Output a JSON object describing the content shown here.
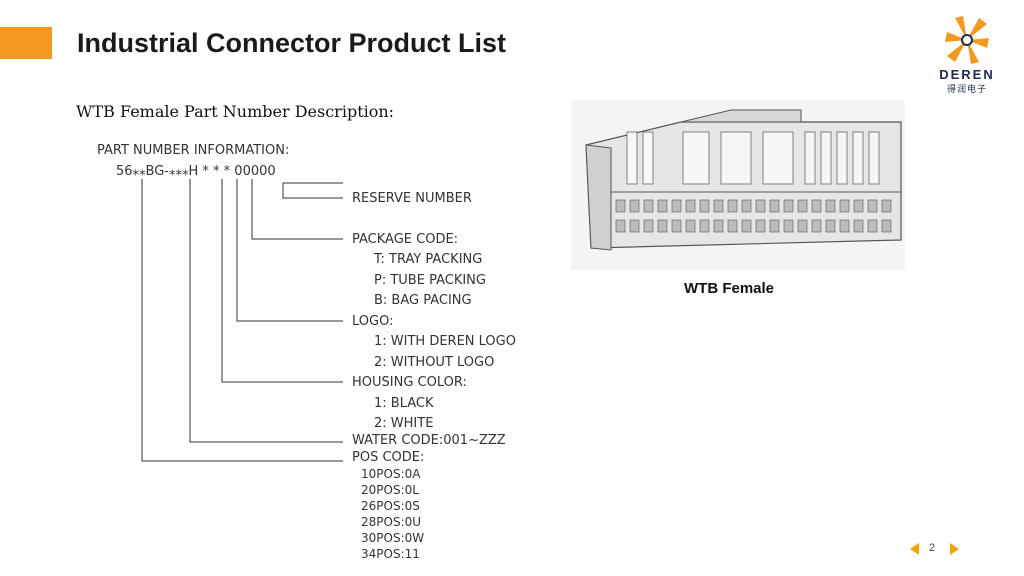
{
  "page": {
    "title": "Industrial Connector Product List",
    "subtitle": "WTB Female Part Number Description:",
    "page_number": "2"
  },
  "brand": {
    "name": "DEREN",
    "chinese_name": "得润电子",
    "accent_color": "#f39a1e",
    "brand_color": "#1d2a57"
  },
  "diagram": {
    "heading": "PART NUMBER INFORMATION:",
    "part_number": "56⁎⁎BG-⁎⁎⁎H * * * 00000",
    "reserve_label": "RESERVE NUMBER",
    "package_code": {
      "label": "PACKAGE CODE:",
      "options": [
        "T: TRAY PACKING",
        "P: TUBE PACKING",
        "B: BAG PACING"
      ]
    },
    "logo_code": {
      "label": "LOGO:",
      "options": [
        "1: WITH DEREN LOGO",
        "2: WITHOUT LOGO"
      ]
    },
    "housing_color": {
      "label": "HOUSING COLOR:",
      "options": [
        "1: BLACK",
        "2: WHITE"
      ]
    },
    "water_code": "WATER CODE:001~ZZZ",
    "pos_code": {
      "label": "POS CODE:",
      "options": [
        "10POS:0A",
        "20POS:0L",
        "26POS:0S",
        "28POS:0U",
        "30POS:0W",
        "34POS:11"
      ]
    }
  },
  "photo": {
    "caption": "WTB Female",
    "icon": "connector-housing-icon"
  },
  "navigation": {
    "prev_icon": "triangle-left-icon",
    "next_icon": "triangle-right-icon"
  }
}
